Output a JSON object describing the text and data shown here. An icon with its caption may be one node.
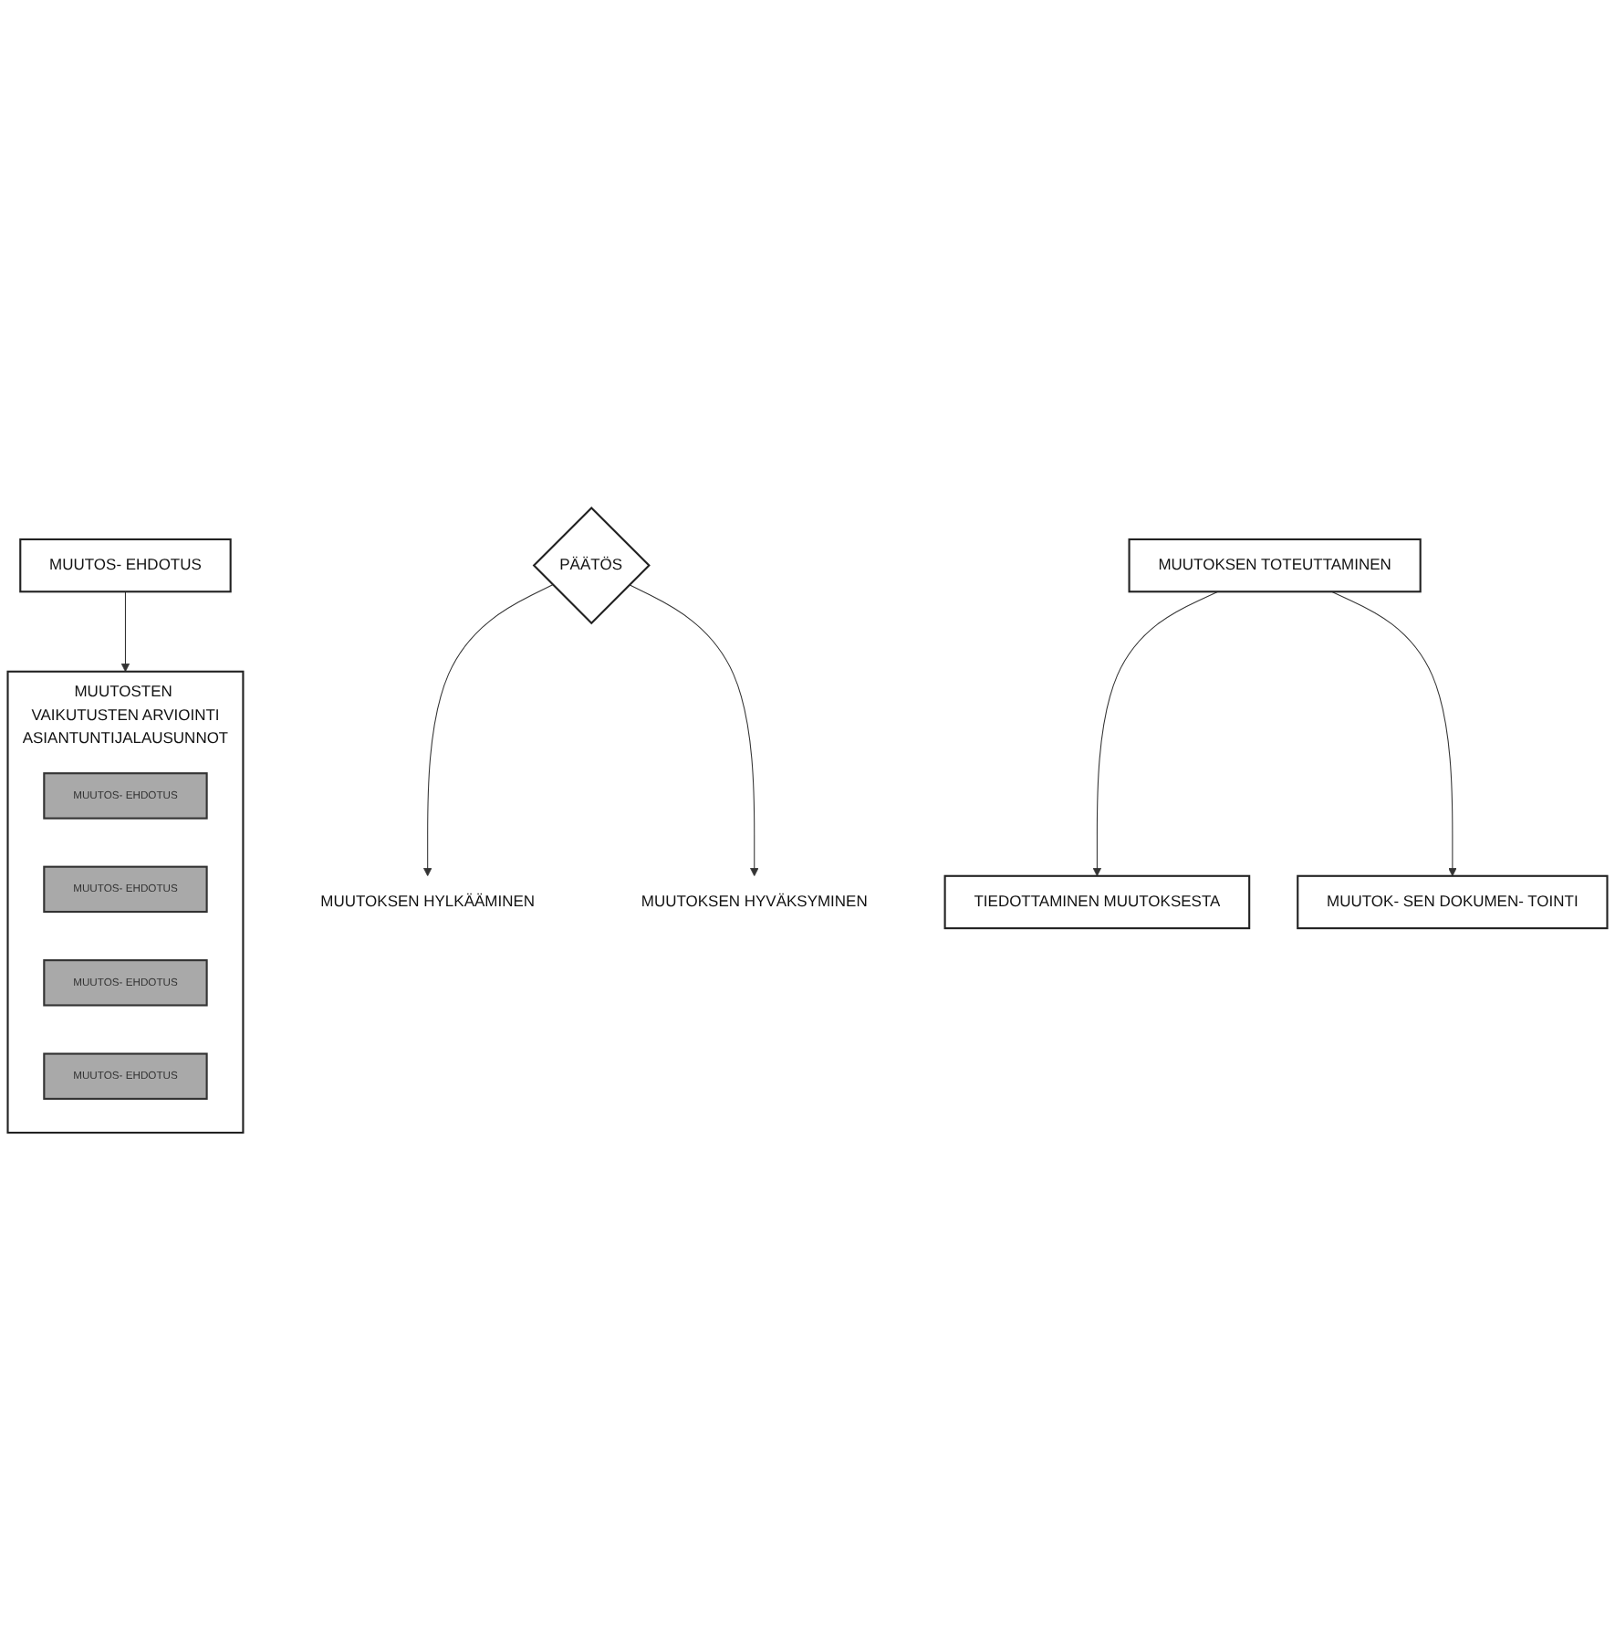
{
  "diagram": {
    "nodes": [
      {
        "text": [
          "MUUTOS- EHDOTUS"
        ]
      },
      {
        "text": [
          "MUUTOSTEN VAIKUTUSTEN ARVIOINTI",
          "ASIANTUNTIJALAUSUNNOT"
        ]
      },
      {
        "text": [
          "MUUTOS- EHDOTUS"
        ],
        "in": 1
      },
      {
        "text": [
          "MUUTOS- EHDOTUS"
        ],
        "in": 1
      },
      {
        "text": [
          "MUUTOS- EHDOTUS"
        ],
        "in": 1
      },
      {
        "text": [
          "MUUTOS- EHDOTUS"
        ],
        "in": 1
      },
      {
        "text": [
          "PÄÄTÖS"
        ]
      },
      {
        "text": [
          "MUUTOKSEN HYLKÄÄMINEN"
        ]
      },
      {
        "text": [
          "MUUTOKSEN HYVÄKSYMINEN"
        ]
      },
      {
        "text": [
          "MUUTOKSEN TOTEUTTAMINEN"
        ]
      },
      {
        "text": [
          "TIEDOTTAMINEN MUUTOKSESTA"
        ]
      },
      {
        "text": [
          "MUUTOK- SEN DOKUMEN- TOINTI"
        ]
      }
    ],
    "edges": [
      {
        "from": 0,
        "to": 1,
        "arrow": "to"
      },
      {
        "from": 6,
        "to": 7,
        "arrow": "to"
      },
      {
        "from": 6,
        "to": 8,
        "arrow": "to"
      },
      {
        "from": 9,
        "to": 10,
        "arrow": "to"
      },
      {
        "from": 9,
        "to": 11,
        "arrow": "to"
      }
    ]
  }
}
